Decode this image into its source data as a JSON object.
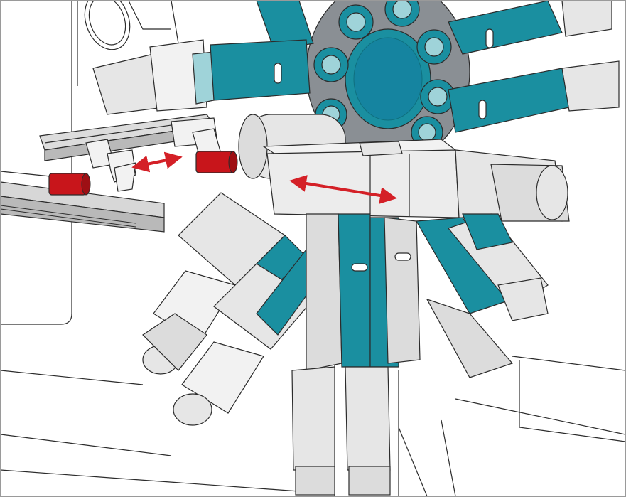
{
  "figure": {
    "colors": {
      "background": "#ffffff",
      "frame_border": "#9a9a9a",
      "outline": "#2b2b2b",
      "machine_light": "#f2f2f2",
      "machine_mid": "#dcdcdc",
      "machine_dark": "#b9b9b9",
      "tool_teal": "#1a8fa0",
      "tool_teal_dark": "#0f6f7e",
      "tool_teal_light": "#9fd3d9",
      "workpiece_red": "#c8151b",
      "arrow_red": "#d42027"
    },
    "parts": [
      {
        "name": "tool-turret",
        "color": "tool_teal"
      },
      {
        "name": "turret-hub",
        "color": "tool_teal"
      },
      {
        "name": "y-axis-slide",
        "color": "machine_light"
      },
      {
        "name": "gantry-loader-rail",
        "color": "machine_mid"
      },
      {
        "name": "loader-gripper",
        "color": "machine_light"
      },
      {
        "name": "part-conveyor",
        "color": "machine_dark"
      },
      {
        "name": "raw-workpiece",
        "color": "workpiece_red"
      },
      {
        "name": "gripped-workpiece",
        "color": "workpiece_red"
      }
    ],
    "motion_arrows": [
      {
        "name": "loader-motion-arrow",
        "type": "double-headed",
        "color": "arrow_red"
      },
      {
        "name": "slide-motion-arrow",
        "type": "double-headed",
        "color": "arrow_red"
      }
    ]
  }
}
